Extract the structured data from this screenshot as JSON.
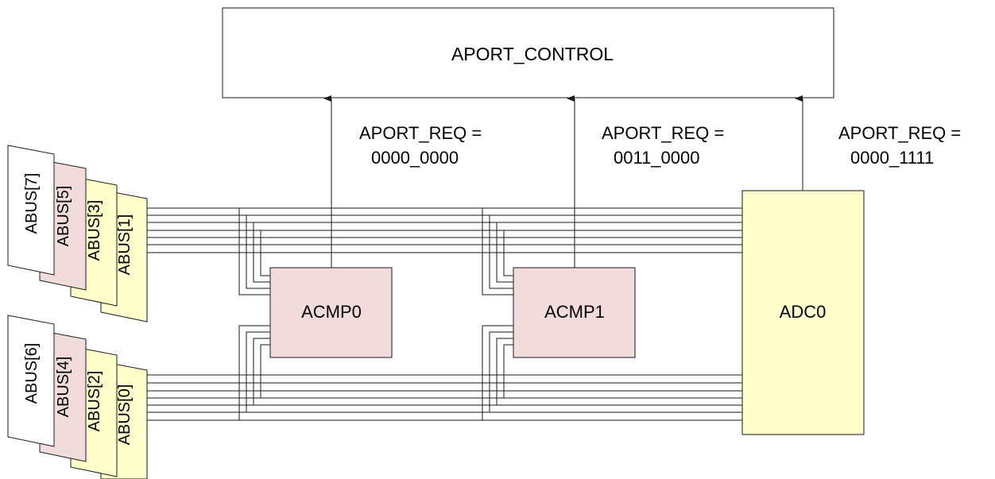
{
  "colors": {
    "comparator": "#f2dcdb",
    "adc": "#ffffcc",
    "bus_white": "#ffffff",
    "bus_pink": "#f2dcdb",
    "bus_yellow": "#ffffcc",
    "line": "#1a1a1a"
  },
  "control": {
    "label": "APORT_CONTROL"
  },
  "blocks": {
    "acmp0": "ACMP0",
    "acmp1": "ACMP1",
    "adc0": "ADC0"
  },
  "requests": [
    {
      "line1": "APORT_REQ =",
      "line2": "0000_0000"
    },
    {
      "line1": "APORT_REQ =",
      "line2": "0011_0000"
    },
    {
      "line1": "APORT_REQ =",
      "line2": "0000_1111"
    }
  ],
  "buses_top": [
    "ABUS[7]",
    "ABUS[5]",
    "ABUS[3]",
    "ABUS[1]"
  ],
  "buses_bottom": [
    "ABUS[6]",
    "ABUS[4]",
    "ABUS[2]",
    "ABUS[0]"
  ]
}
